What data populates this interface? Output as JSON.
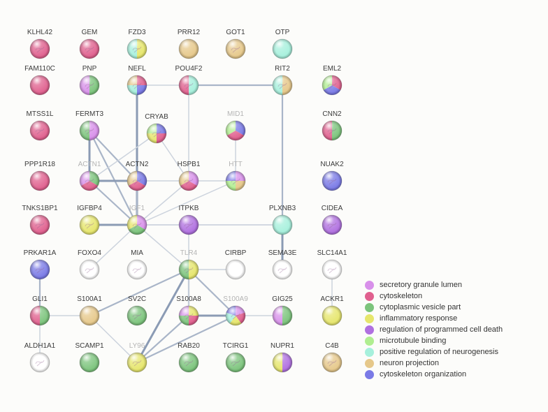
{
  "network": {
    "nodes": [
      {
        "id": "KLHL42",
        "colors": [
          "#e0608e"
        ],
        "detail": true
      },
      {
        "id": "GEM",
        "colors": [
          "#e0608e"
        ],
        "detail": true
      },
      {
        "id": "FZD3",
        "colors": [
          "#e6e66c",
          "#a6f0dc"
        ],
        "detail": true
      },
      {
        "id": "PRR12",
        "colors": [
          "#e6c88a"
        ],
        "detail": false
      },
      {
        "id": "GOT1",
        "colors": [
          "#e6c88a"
        ],
        "detail": true
      },
      {
        "id": "OTP",
        "colors": [
          "#a6f0dc"
        ],
        "detail": false
      },
      {
        "id": "FAM110C",
        "colors": [
          "#e0608e"
        ],
        "detail": false
      },
      {
        "id": "PNP",
        "colors": [
          "#7cc47c",
          "#d890ea"
        ],
        "detail": true
      },
      {
        "id": "NEFL",
        "colors": [
          "#e0608e",
          "#7a7ae6",
          "#a6f0dc",
          "#e6c88a"
        ],
        "detail": true
      },
      {
        "id": "POU4F2",
        "colors": [
          "#a6f0dc",
          "#e0608e"
        ],
        "detail": true
      },
      {
        "id": "RIT2",
        "colors": [
          "#e6c88a",
          "#a6f0dc"
        ],
        "detail": true
      },
      {
        "id": "EML2",
        "colors": [
          "#e0608e",
          "#7a7ae6",
          "#b0ee90"
        ],
        "detail": true
      },
      {
        "id": "MTSS1L",
        "colors": [
          "#e0608e"
        ],
        "detail": true
      },
      {
        "id": "FERMT3",
        "colors": [
          "#d890ea",
          "#7cc47c"
        ],
        "detail": true
      },
      {
        "id": "CRYAB",
        "colors": [
          "#7a7ae6",
          "#e0608e",
          "#e6e66c",
          "#b0ee90"
        ],
        "detail": true
      },
      {
        "id": "MID1",
        "colors": [
          "#7a7ae6",
          "#e0608e",
          "#b0ee90"
        ],
        "detail": false,
        "faded": true
      },
      {
        "id": "CNN2",
        "colors": [
          "#7cc47c",
          "#e0608e"
        ],
        "detail": true
      },
      {
        "id": "PPP1R18",
        "colors": [
          "#e0608e"
        ],
        "detail": false
      },
      {
        "id": "ACTN1",
        "colors": [
          "#7cc47c",
          "#e0608e",
          "#d890ea"
        ],
        "detail": true,
        "faded": true
      },
      {
        "id": "ACTN2",
        "colors": [
          "#7a7ae6",
          "#e0608e",
          "#e6c88a"
        ],
        "detail": true
      },
      {
        "id": "HSPB1",
        "colors": [
          "#d890ea",
          "#e0608e",
          "#e6c88a"
        ],
        "detail": true
      },
      {
        "id": "HTT",
        "colors": [
          "#d890ea",
          "#e6c88a",
          "#b0ee90",
          "#7a7ae6"
        ],
        "detail": true,
        "faded": true
      },
      {
        "id": "NUAK2",
        "colors": [
          "#7a7ae6"
        ],
        "detail": true
      },
      {
        "id": "TNKS1BP1",
        "colors": [
          "#e0608e"
        ],
        "detail": true
      },
      {
        "id": "IGFBP4",
        "colors": [
          "#e6e66c"
        ],
        "detail": true
      },
      {
        "id": "IGF1",
        "colors": [
          "#d890ea",
          "#7cc47c",
          "#e6e66c"
        ],
        "detail": true,
        "faded": true
      },
      {
        "id": "ITPKB",
        "colors": [
          "#b070e0"
        ],
        "detail": true
      },
      {
        "id": "PLXNB3",
        "colors": [
          "#a6f0dc"
        ],
        "detail": false
      },
      {
        "id": "CIDEA",
        "colors": [
          "#b070e0"
        ],
        "detail": true
      },
      {
        "id": "PRKAR1A",
        "colors": [
          "#7a7ae6"
        ],
        "detail": true
      },
      {
        "id": "FOXO4",
        "colors": [
          "#ffffff"
        ],
        "detail": true
      },
      {
        "id": "MIA",
        "colors": [
          "#ffffff"
        ],
        "detail": true
      },
      {
        "id": "TLR4",
        "colors": [
          "#e6e66c",
          "#7cc47c"
        ],
        "detail": true,
        "faded": true
      },
      {
        "id": "CIRBP",
        "colors": [
          "#ffffff"
        ],
        "detail": false
      },
      {
        "id": "SEMA3E",
        "colors": [
          "#ffffff"
        ],
        "detail": true
      },
      {
        "id": "SLC14A1",
        "colors": [
          "#ffffff"
        ],
        "detail": true
      },
      {
        "id": "GLI1",
        "colors": [
          "#7cc47c",
          "#e0608e"
        ],
        "detail": false
      },
      {
        "id": "S100A1",
        "colors": [
          "#e6c88a"
        ],
        "detail": false
      },
      {
        "id": "SV2C",
        "colors": [
          "#7cc47c"
        ],
        "detail": true
      },
      {
        "id": "S100A8",
        "colors": [
          "#e6e66c",
          "#e0608e",
          "#7cc47c",
          "#d890ea"
        ],
        "detail": true
      },
      {
        "id": "S100A9",
        "colors": [
          "#d890ea",
          "#e0608e",
          "#e6e66c",
          "#a6f0dc",
          "#7a7ae6"
        ],
        "detail": true,
        "faded": true
      },
      {
        "id": "GIG25",
        "colors": [
          "#7cc47c",
          "#d890ea"
        ],
        "detail": false
      },
      {
        "id": "ACKR1",
        "colors": [
          "#e6e66c"
        ],
        "detail": false
      },
      {
        "id": "ALDH1A1",
        "colors": [
          "#ffffff"
        ],
        "detail": true
      },
      {
        "id": "SCAMP1",
        "colors": [
          "#7cc47c"
        ],
        "detail": false
      },
      {
        "id": "LY96",
        "colors": [
          "#e6e66c"
        ],
        "detail": true,
        "faded": true
      },
      {
        "id": "RAB20",
        "colors": [
          "#7cc47c"
        ],
        "detail": true
      },
      {
        "id": "TCIRG1",
        "colors": [
          "#7cc47c"
        ],
        "detail": true
      },
      {
        "id": "NUPR1",
        "colors": [
          "#b070e0",
          "#e6e66c"
        ],
        "detail": false
      },
      {
        "id": "C4B",
        "colors": [
          "#e6c88a"
        ],
        "detail": true
      }
    ],
    "edges": [
      {
        "source": "NEFL",
        "target": "POU4F2",
        "weight": 1
      },
      {
        "source": "POU4F2",
        "target": "RIT2",
        "weight": 2
      },
      {
        "source": "RIT2",
        "target": "PLXNB3",
        "weight": 2
      },
      {
        "source": "NEFL",
        "target": "ACTN2",
        "weight": 3
      },
      {
        "source": "NEFL",
        "target": "IGF1",
        "weight": 3
      },
      {
        "source": "POU4F2",
        "target": "HSPB1",
        "weight": 1
      },
      {
        "source": "FERMT3",
        "target": "ACTN1",
        "weight": 3
      },
      {
        "source": "FERMT3",
        "target": "ACTN2",
        "weight": 2
      },
      {
        "source": "FERMT3",
        "target": "IGF1",
        "weight": 2
      },
      {
        "source": "ACTN1",
        "target": "ACTN2",
        "weight": 3
      },
      {
        "source": "ACTN1",
        "target": "IGF1",
        "weight": 2
      },
      {
        "source": "ACTN2",
        "target": "IGF1",
        "weight": 2
      },
      {
        "source": "CRYAB",
        "target": "ACTN1",
        "weight": 1
      },
      {
        "source": "CRYAB",
        "target": "HSPB1",
        "weight": 1
      },
      {
        "source": "MID1",
        "target": "HTT",
        "weight": 1
      },
      {
        "source": "HSPB1",
        "target": "HTT",
        "weight": 1
      },
      {
        "source": "HSPB1",
        "target": "IGF1",
        "weight": 1
      },
      {
        "source": "ACTN2",
        "target": "HSPB1",
        "weight": 1
      },
      {
        "source": "HTT",
        "target": "IGF1",
        "weight": 1
      },
      {
        "source": "IGFBP4",
        "target": "IGF1",
        "weight": 3
      },
      {
        "source": "IGF1",
        "target": "ITPKB",
        "weight": 1
      },
      {
        "source": "IGF1",
        "target": "PLXNB3",
        "weight": 1
      },
      {
        "source": "IGF1",
        "target": "FOXO4",
        "weight": 1
      },
      {
        "source": "IGF1",
        "target": "TLR4",
        "weight": 1
      },
      {
        "source": "ITPKB",
        "target": "PLXNB3",
        "weight": 1
      },
      {
        "source": "PLXNB3",
        "target": "SEMA3E",
        "weight": 3
      },
      {
        "source": "TLR4",
        "target": "CIRBP",
        "weight": 1
      },
      {
        "source": "TLR4",
        "target": "S100A8",
        "weight": 2
      },
      {
        "source": "TLR4",
        "target": "S100A9",
        "weight": 2
      },
      {
        "source": "TLR4",
        "target": "S100A1",
        "weight": 2
      },
      {
        "source": "TLR4",
        "target": "LY96",
        "weight": 3
      },
      {
        "source": "S100A8",
        "target": "S100A9",
        "weight": 3
      },
      {
        "source": "S100A8",
        "target": "LY96",
        "weight": 2
      },
      {
        "source": "S100A9",
        "target": "LY96",
        "weight": 2
      },
      {
        "source": "S100A9",
        "target": "GIG25",
        "weight": 1
      },
      {
        "source": "S100A1",
        "target": "LY96",
        "weight": 1
      },
      {
        "source": "GLI1",
        "target": "S100A1",
        "weight": 1
      },
      {
        "source": "GLI1",
        "target": "PRKAR1A",
        "weight": 2
      },
      {
        "source": "GLI1",
        "target": "ALDH1A1",
        "weight": 1
      },
      {
        "source": "SLC14A1",
        "target": "ACKR1",
        "weight": 1
      },
      {
        "source": "ITPKB",
        "target": "S100A8",
        "weight": 1
      }
    ]
  },
  "legend": [
    {
      "label": "secretory granule lumen",
      "color": "#d890ea"
    },
    {
      "label": "cytoskeleton",
      "color": "#e0608e"
    },
    {
      "label": "cytoplasmic vesicle part",
      "color": "#7cc47c"
    },
    {
      "label": "inflammatory response",
      "color": "#e6e66c"
    },
    {
      "label": "regulation of programmed cell death",
      "color": "#b070e0"
    },
    {
      "label": "microtubule binding",
      "color": "#b0ee90"
    },
    {
      "label": "positive regulation of neurogenesis",
      "color": "#a6f0dc"
    },
    {
      "label": "neuron projection",
      "color": "#e6c88a"
    },
    {
      "label": "cytoskeleton organization",
      "color": "#7a7ae6"
    }
  ]
}
